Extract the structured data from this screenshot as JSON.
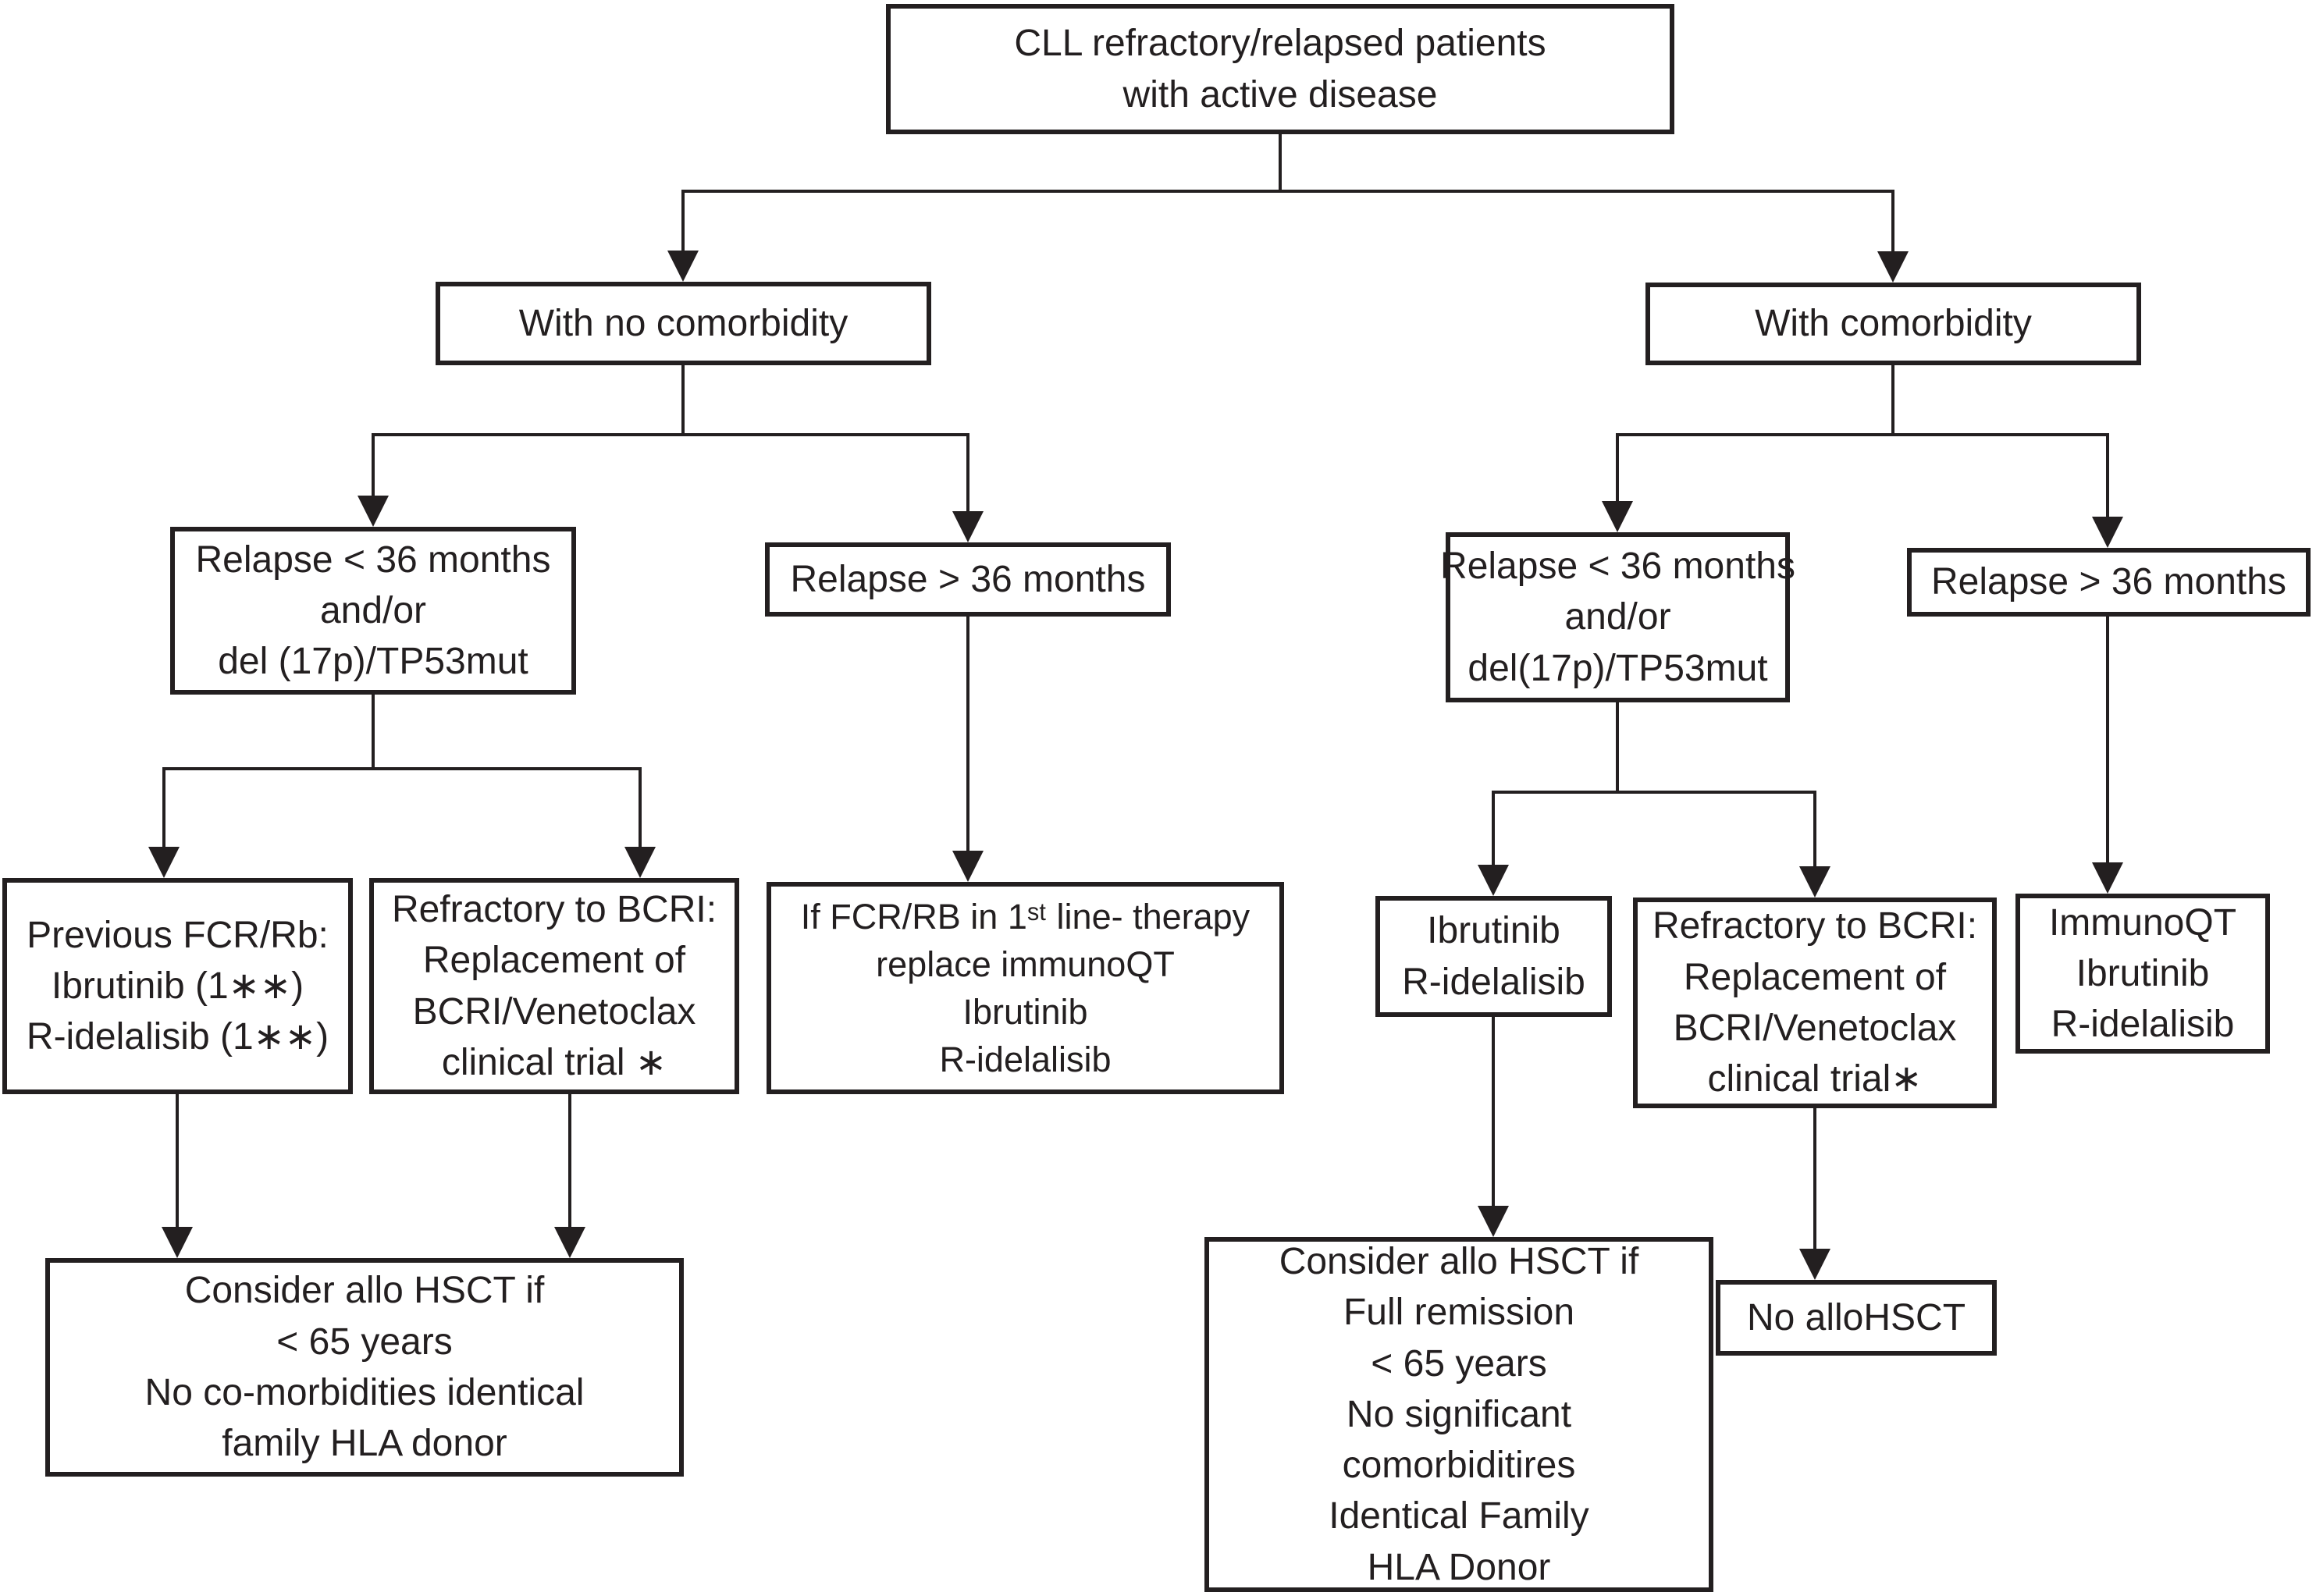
{
  "diagram": {
    "colors": {
      "line": "#231f20",
      "background": "#ffffff",
      "box_fill": "#ffffff"
    },
    "nodes": {
      "root": {
        "label": "CLL refractory/relapsed patients\nwith active disease"
      },
      "no_comorbidity": {
        "label": "With no comorbidity"
      },
      "comorbidity": {
        "label": "With comorbidity"
      },
      "relapse_lt36_left": {
        "label": "Relapse < 36 months\nand/or\ndel (17p)/TP53mut"
      },
      "relapse_gt36_left": {
        "label": "Relapse > 36 months"
      },
      "relapse_lt36_right": {
        "label": "Relapse < 36 months\nand/or\ndel(17p)/TP53mut"
      },
      "relapse_gt36_right": {
        "label": "Relapse > 36 months"
      },
      "previous_fcr": {
        "label": "Previous FCR/Rb:\nIbrutinib (1∗∗)\nR-idelalisib (1∗∗)"
      },
      "refractory_bcri_left": {
        "label": "Refractory to BCRI:\nReplacement of\nBCRI/Venetoclax\nclinical trial ∗"
      },
      "if_fcr_rb": {
        "label": "If FCR/RB in 1ˢᵗ line- therapy\nreplace immunoQT\nIbrutinib\nR-idelalisib"
      },
      "ibrutinib_idelalisib": {
        "label": "Ibrutinib\nR-idelalisib"
      },
      "refractory_bcri_right": {
        "label": "Refractory to BCRI:\nReplacement of\nBCRI/Venetoclax\nclinical trial∗"
      },
      "immunoqt": {
        "label": "ImmunoQT\nIbrutinib\nR-idelalisib"
      },
      "consider_allo_left": {
        "label": "Consider allo HSCT if\n< 65 years\nNo co-morbidities identical\nfamily HLA donor"
      },
      "consider_allo_right": {
        "label": "Consider allo HSCT if\nFull remission\n< 65 years\nNo significant\ncomorbiditires\nIdentical Family\nHLA Donor"
      },
      "no_allohsct": {
        "label": "No alloHSCT"
      }
    },
    "edges": [
      {
        "from": "root",
        "to": "no_comorbidity"
      },
      {
        "from": "root",
        "to": "comorbidity"
      },
      {
        "from": "no_comorbidity",
        "to": "relapse_lt36_left"
      },
      {
        "from": "no_comorbidity",
        "to": "relapse_gt36_left"
      },
      {
        "from": "comorbidity",
        "to": "relapse_lt36_right"
      },
      {
        "from": "comorbidity",
        "to": "relapse_gt36_right"
      },
      {
        "from": "relapse_lt36_left",
        "to": "previous_fcr"
      },
      {
        "from": "relapse_lt36_left",
        "to": "refractory_bcri_left"
      },
      {
        "from": "relapse_gt36_left",
        "to": "if_fcr_rb"
      },
      {
        "from": "relapse_lt36_right",
        "to": "ibrutinib_idelalisib"
      },
      {
        "from": "relapse_lt36_right",
        "to": "refractory_bcri_right"
      },
      {
        "from": "relapse_gt36_right",
        "to": "immunoqt"
      },
      {
        "from": "previous_fcr",
        "to": "consider_allo_left"
      },
      {
        "from": "refractory_bcri_left",
        "to": "consider_allo_left"
      },
      {
        "from": "ibrutinib_idelalisib",
        "to": "consider_allo_right"
      },
      {
        "from": "refractory_bcri_right",
        "to": "no_allohsct"
      }
    ]
  }
}
